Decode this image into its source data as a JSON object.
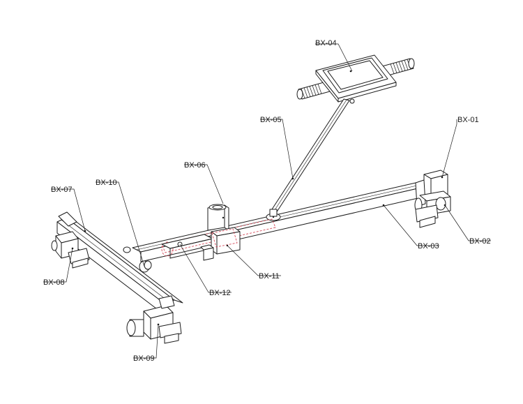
{
  "parts": [
    {
      "id": "BX-01",
      "label": "BX-01"
    },
    {
      "id": "BX-02",
      "label": "BX-02"
    },
    {
      "id": "BX-03",
      "label": "BX-03"
    },
    {
      "id": "BX-04",
      "label": "BX-04"
    },
    {
      "id": "BX-05",
      "label": "BX-05"
    },
    {
      "id": "BX-06",
      "label": "BX-06"
    },
    {
      "id": "BX-07",
      "label": "BX-07"
    },
    {
      "id": "BX-08",
      "label": "BX-08"
    },
    {
      "id": "BX-09",
      "label": "BX-09"
    },
    {
      "id": "BX-10",
      "label": "BX-10"
    },
    {
      "id": "BX-11",
      "label": "BX-11"
    },
    {
      "id": "BX-12",
      "label": "BX-12"
    }
  ],
  "colors": {
    "line": "#1a1a1a",
    "hidden_line": "#d44a5a",
    "background": "#ffffff"
  }
}
